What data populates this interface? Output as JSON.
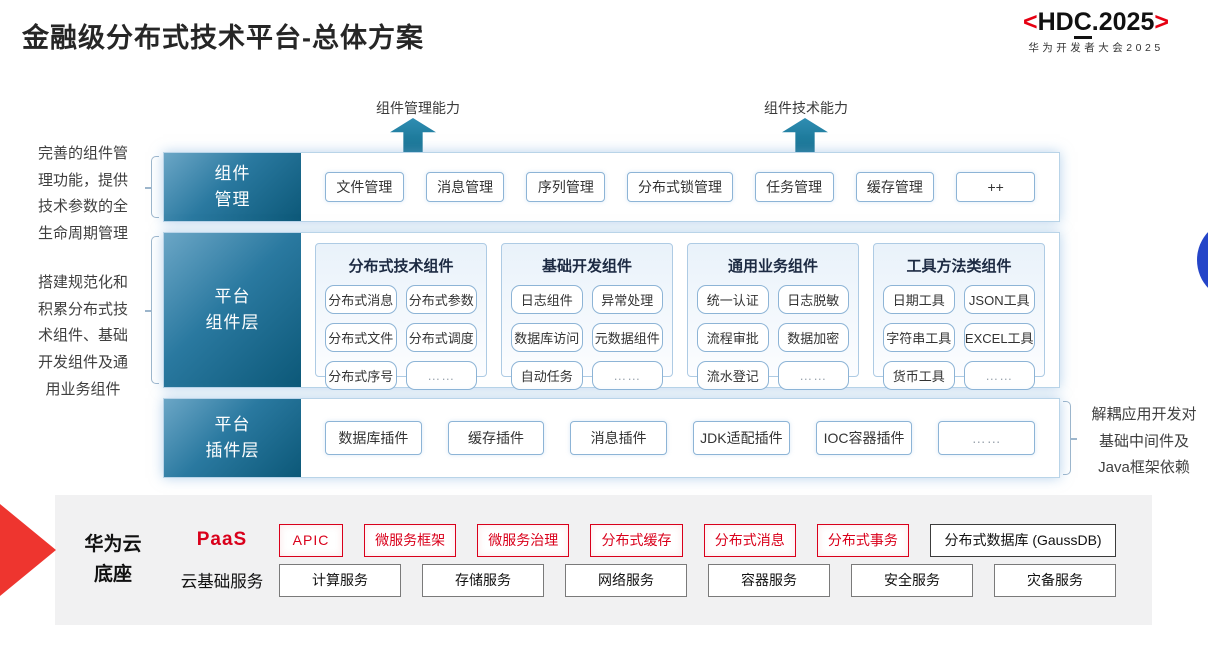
{
  "page": {
    "title": "金融级分布式技术平台-总体方案"
  },
  "logo": {
    "left_bracket": "<",
    "right_bracket": ">",
    "text_pre": "HD",
    "text_c": "C",
    "text_post": ".2025",
    "subtitle": "华为开发者大会2025"
  },
  "arrows": [
    {
      "label": "组件管理能力"
    },
    {
      "label": "组件技术能力"
    }
  ],
  "annotations": {
    "left_top_lines": [
      "完善的组件管",
      "理功能，提供",
      "技术参数的全",
      "生命周期管理"
    ],
    "left_bottom_lines": [
      "搭建规范化和",
      "积累分布式技",
      "术组件、基础",
      "开发组件及通",
      "用业务组件"
    ],
    "right_lines": [
      "解耦应用开发对",
      "基础中间件及",
      "Java框架依赖"
    ]
  },
  "rows": {
    "component_mgmt": {
      "label_lines": [
        "组件",
        "管理"
      ],
      "items": [
        "文件管理",
        "消息管理",
        "序列管理",
        "分布式锁管理",
        "任务管理",
        "缓存管理",
        "++"
      ]
    },
    "platform_components": {
      "label_lines": [
        "平台",
        "组件层"
      ],
      "groups": [
        {
          "title": "分布式技术组件",
          "items": [
            "分布式消息",
            "分布式参数",
            "分布式文件",
            "分布式调度",
            "分布式序号",
            "……"
          ]
        },
        {
          "title": "基础开发组件",
          "items": [
            "日志组件",
            "异常处理",
            "数据库访问",
            "元数据组件",
            "自动任务",
            "……"
          ]
        },
        {
          "title": "通用业务组件",
          "items": [
            "统一认证",
            "日志脱敏",
            "流程审批",
            "数据加密",
            "流水登记",
            "……"
          ]
        },
        {
          "title": "工具方法类组件",
          "items": [
            "日期工具",
            "JSON工具",
            "字符串工具",
            "EXCEL工具",
            "货币工具",
            "……"
          ]
        }
      ]
    },
    "platform_plugins": {
      "label_lines": [
        "平台",
        "插件层"
      ],
      "items": [
        "数据库插件",
        "缓存插件",
        "消息插件",
        "JDK适配插件",
        "IOC容器插件",
        "……"
      ]
    }
  },
  "foundation": {
    "label_lines": [
      "华为云",
      "底座"
    ],
    "paas": {
      "label": "PaaS",
      "red_items": [
        "APIC",
        "微服务框架",
        "微服务治理",
        "分布式缓存",
        "分布式消息",
        "分布式事务"
      ],
      "dark_item": "分布式数据库 (GaussDB)"
    },
    "cloud": {
      "label": "云基础服务",
      "items": [
        "计算服务",
        "存储服务",
        "网络服务",
        "容器服务",
        "安全服务",
        "灾备服务"
      ]
    }
  },
  "colors": {
    "accent_red": "#d9001b",
    "label_teal_dark": "#0c5878",
    "arrow_teal": "#1e7fa6",
    "wedge_red": "#ee352f",
    "circle_blue": "#2545c8"
  }
}
